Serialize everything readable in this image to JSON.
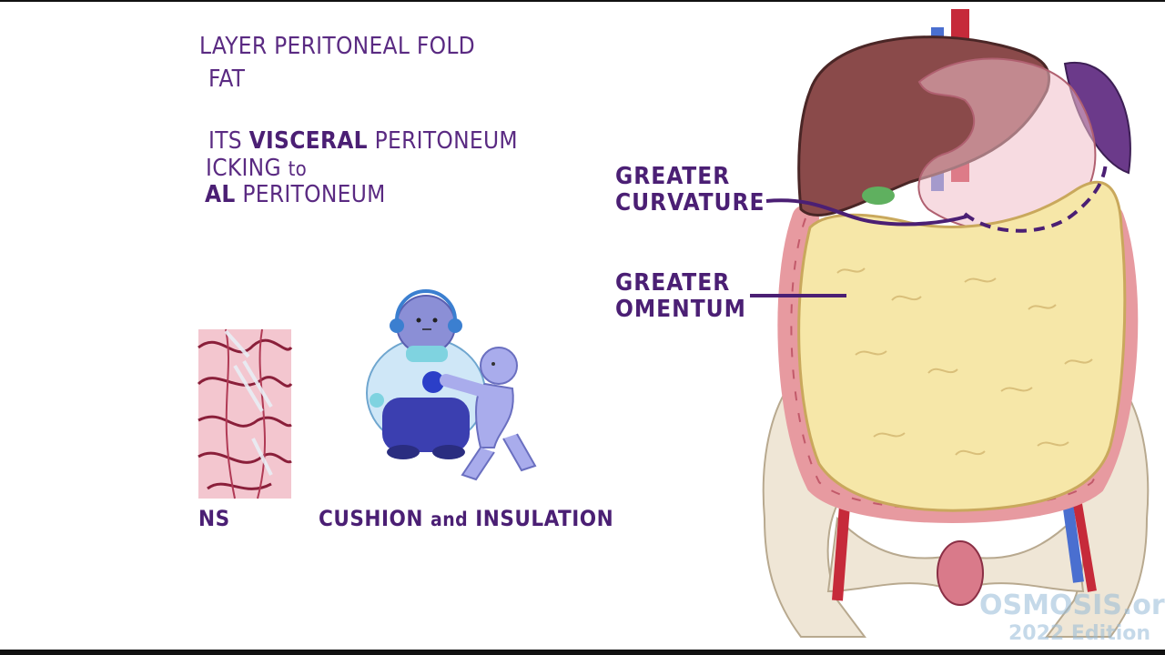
{
  "notes": {
    "line1": "LAYER PERITONEAL FOLD",
    "line2": "FAT",
    "line3_pre": "ITS ",
    "line3_bold": "VISCERAL",
    "line3_post": " PERITONEUM",
    "line4_pre": "ICKING ",
    "line4_post": "to",
    "line5_bold": "AL",
    "line5_post": " PERITONEUM"
  },
  "captions": {
    "left": "NS",
    "cushion_a": "CUSHION ",
    "cushion_b": "and",
    "cushion_c": " INSULATION"
  },
  "labels": {
    "greater_curvature_1": "GREATER",
    "greater_curvature_2": "CURVATURE",
    "greater_omentum_1": "GREATER",
    "greater_omentum_2": "OMENTUM"
  },
  "watermark": {
    "brand": "OSMOSIS.org",
    "edition": "2022 Edition"
  },
  "colors": {
    "text_purple": "#4b1f74",
    "omentum_yellow": "#f6e7a8",
    "liver_brown": "#8a4a4a",
    "spleen_purple": "#6b3a8a",
    "colon_pink": "#e79aa0",
    "bone": "#efe6d6"
  }
}
